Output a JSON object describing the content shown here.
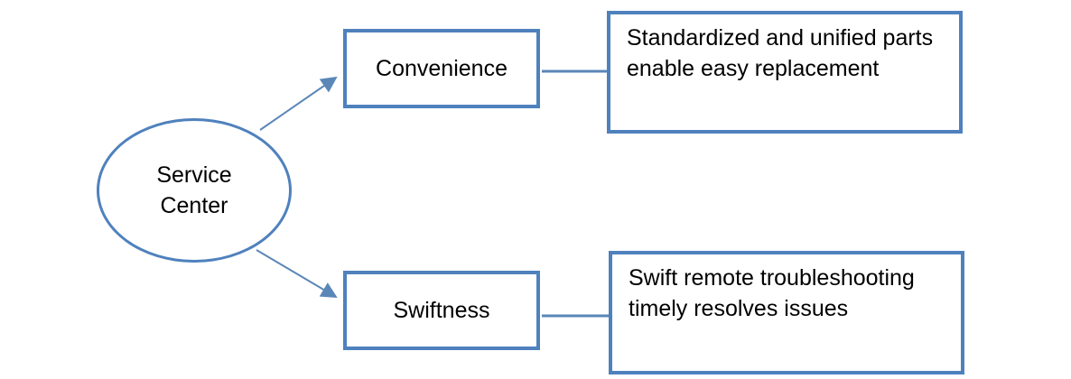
{
  "colors": {
    "border": "#4f81bd",
    "line": "#5b87b8",
    "text": "#000000",
    "background": "#ffffff"
  },
  "diagram": {
    "root": {
      "label": "Service\nCenter"
    },
    "branches": [
      {
        "label": "Convenience",
        "description": "Standardized and unified parts enable easy replacement"
      },
      {
        "label": "Swiftness",
        "description": "Swift remote troubleshooting timely resolves issues"
      }
    ]
  }
}
